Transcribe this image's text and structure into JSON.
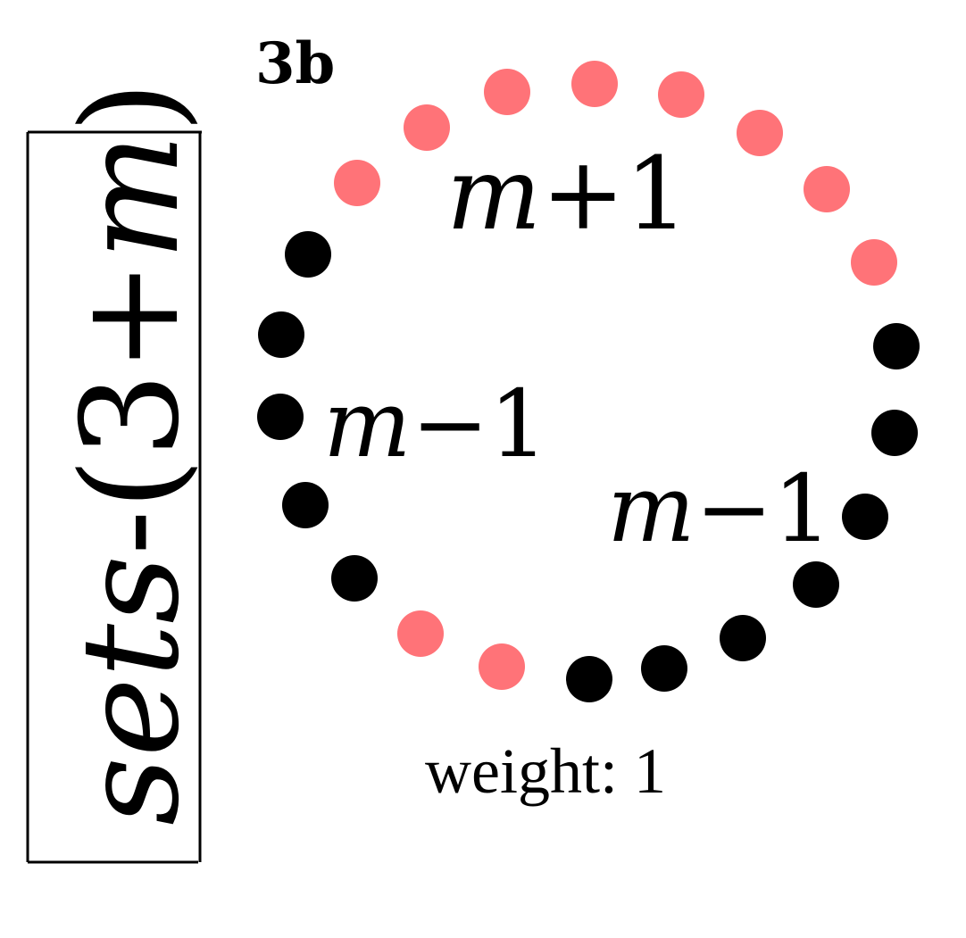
{
  "panel_label": "3b",
  "side_label": {
    "prefix": "(",
    "number": "3",
    "plus": "+",
    "var": "m",
    "suffix": ")",
    "dash": "-",
    "word": "sets"
  },
  "arc_labels": [
    {
      "var": "m",
      "op": "+",
      "num": "1"
    },
    {
      "var": "m",
      "op": "−",
      "num": "1"
    },
    {
      "var": "m",
      "op": "−",
      "num": "1"
    }
  ],
  "weight_text": "weight: 1",
  "colors": {
    "highlight_dot": "#ff7378",
    "plain_dot": "#000000",
    "text": "#000000",
    "frame": "#000000"
  },
  "dots": [
    "plain",
    "highlight",
    "highlight",
    "highlight",
    "highlight",
    "highlight",
    "highlight",
    "highlight",
    "highlight",
    "plain",
    "plain",
    "plain",
    "plain",
    "plain",
    "plain",
    "plain",
    "highlight",
    "highlight",
    "plain",
    "plain",
    "plain",
    "plain"
  ]
}
